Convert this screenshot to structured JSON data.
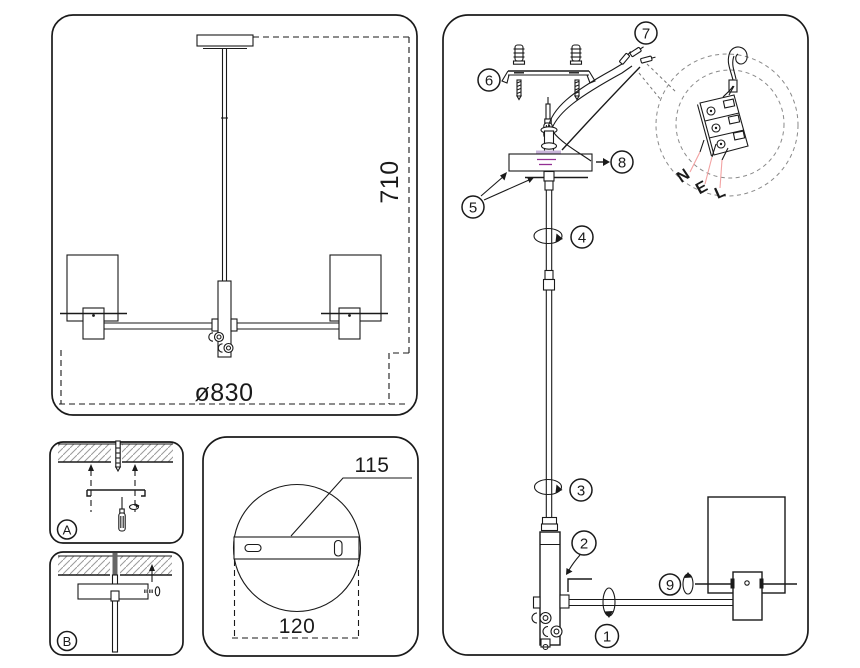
{
  "sheet": {
    "background": "#ffffff",
    "line_color": "#1a1a1a"
  },
  "overview_panel": {
    "height_dim_label": "710",
    "diameter_dim_label": "ø830"
  },
  "ceiling_steps": {
    "panel_a_label": "A",
    "panel_b_label": "B"
  },
  "canopy_detail_panel": {
    "bracket_width_label": "115",
    "canopy_width_label": "120"
  },
  "assembly_panel": {
    "step_labels": [
      "1",
      "2",
      "3",
      "4",
      "5",
      "6",
      "7",
      "8",
      "9"
    ],
    "terminal_labels": [
      "N",
      "E",
      "L"
    ]
  },
  "accent_colors": {
    "wire_purple": "#932f93",
    "wire_lavender": "#c9b4da",
    "leader_pink": "#f2a3a3",
    "hatch_gray": "#9a9a9a",
    "detail_circle_gray": "#8a8a8a"
  }
}
